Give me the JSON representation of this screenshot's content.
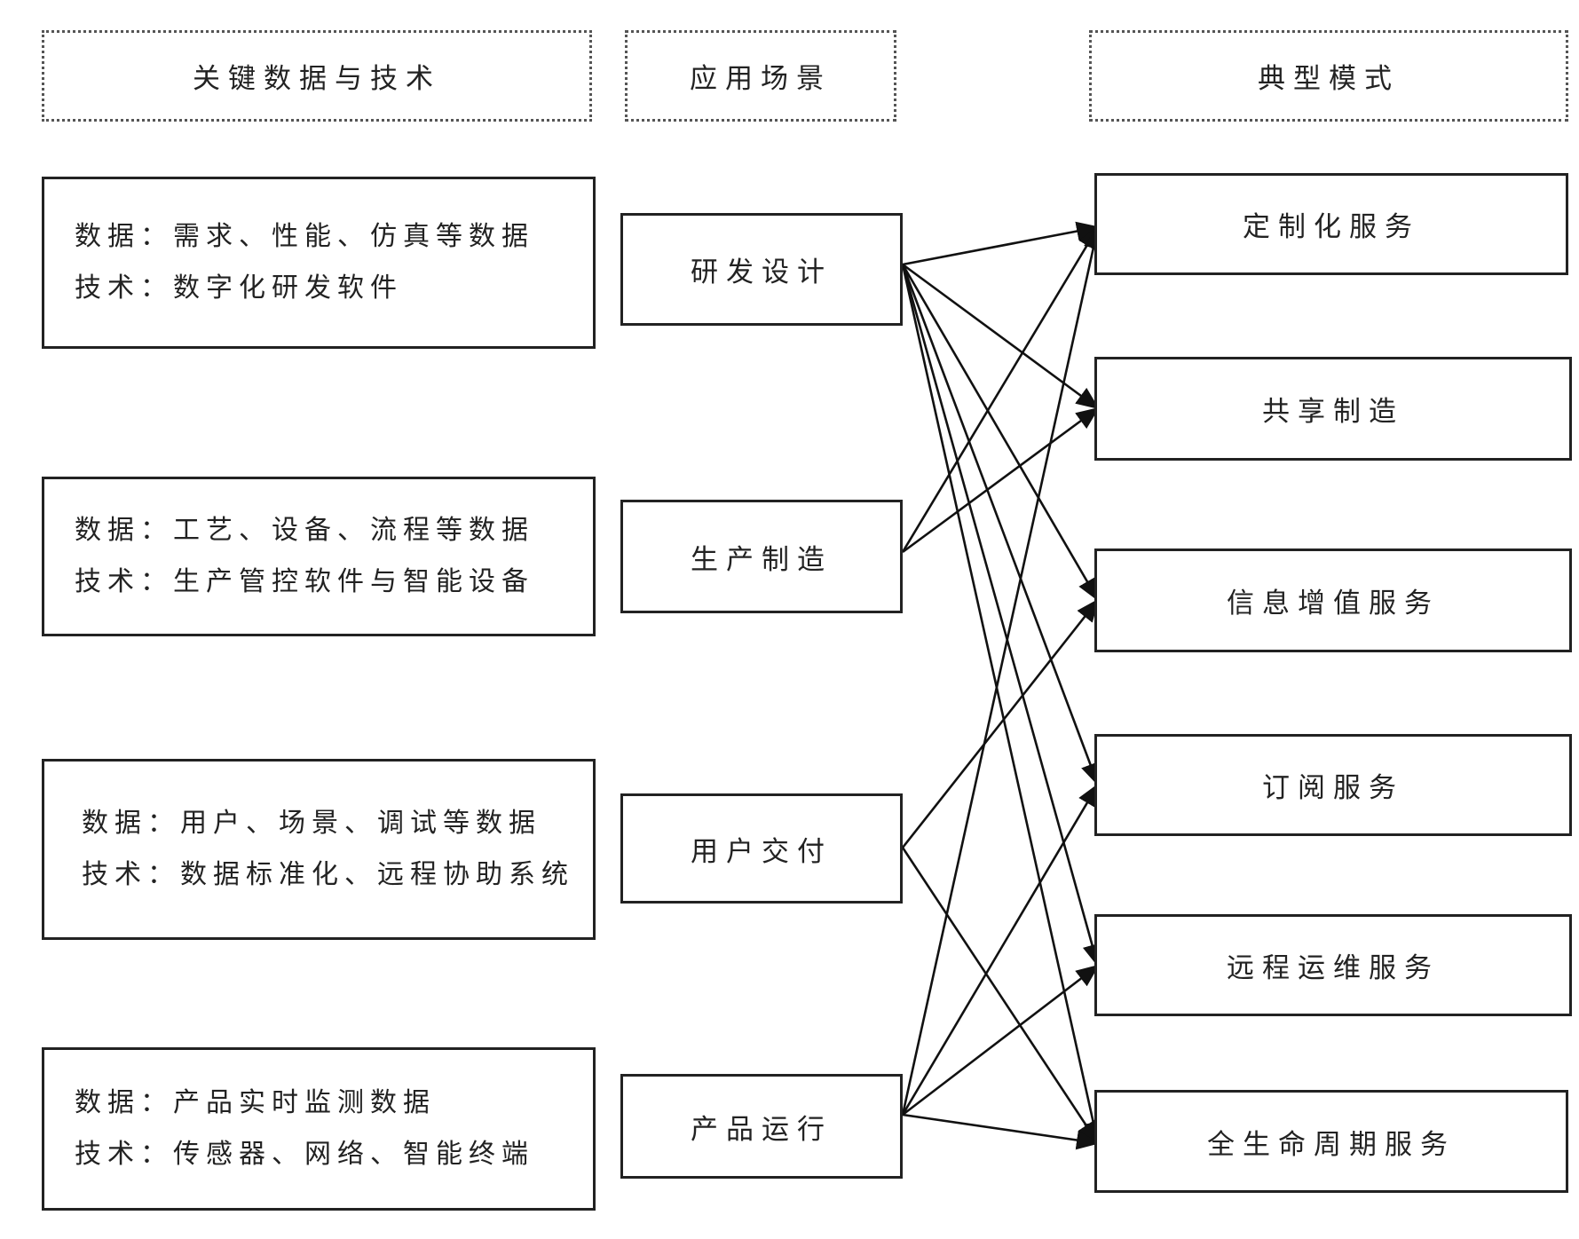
{
  "headers": {
    "data_tech": "关键数据与技术",
    "scenes": "应用场景",
    "modes": "典型模式"
  },
  "data_tech": [
    {
      "data": "数据：需求、性能、仿真等数据",
      "tech": "技术：数字化研发软件"
    },
    {
      "data": "数据：工艺、设备、流程等数据",
      "tech": "技术：生产管控软件与智能设备"
    },
    {
      "data": "数据：用户、场景、调试等数据",
      "tech": "技术：数据标准化、远程协助系统"
    },
    {
      "data": "数据：产品实时监测数据",
      "tech": "技术：传感器、网络、智能终端"
    }
  ],
  "scenes": [
    "研发设计",
    "生产制造",
    "用户交付",
    "产品运行"
  ],
  "modes": [
    "定制化服务",
    "共享制造",
    "信息增值服务",
    "订阅服务",
    "远程运维服务",
    "全生命周期服务"
  ],
  "edges": [
    {
      "from": "研发设计",
      "to": "定制化服务"
    },
    {
      "from": "研发设计",
      "to": "共享制造"
    },
    {
      "from": "研发设计",
      "to": "信息增值服务"
    },
    {
      "from": "研发设计",
      "to": "订阅服务"
    },
    {
      "from": "研发设计",
      "to": "远程运维服务"
    },
    {
      "from": "研发设计",
      "to": "全生命周期服务"
    },
    {
      "from": "生产制造",
      "to": "定制化服务"
    },
    {
      "from": "生产制造",
      "to": "共享制造"
    },
    {
      "from": "用户交付",
      "to": "信息增值服务"
    },
    {
      "from": "用户交付",
      "to": "全生命周期服务"
    },
    {
      "from": "产品运行",
      "to": "定制化服务"
    },
    {
      "from": "产品运行",
      "to": "订阅服务"
    },
    {
      "from": "产品运行",
      "to": "远程运维服务"
    },
    {
      "from": "产品运行",
      "to": "全生命周期服务"
    }
  ],
  "colors": {
    "line": "#111111",
    "box_border": "#222222",
    "header_border": "#555555"
  }
}
